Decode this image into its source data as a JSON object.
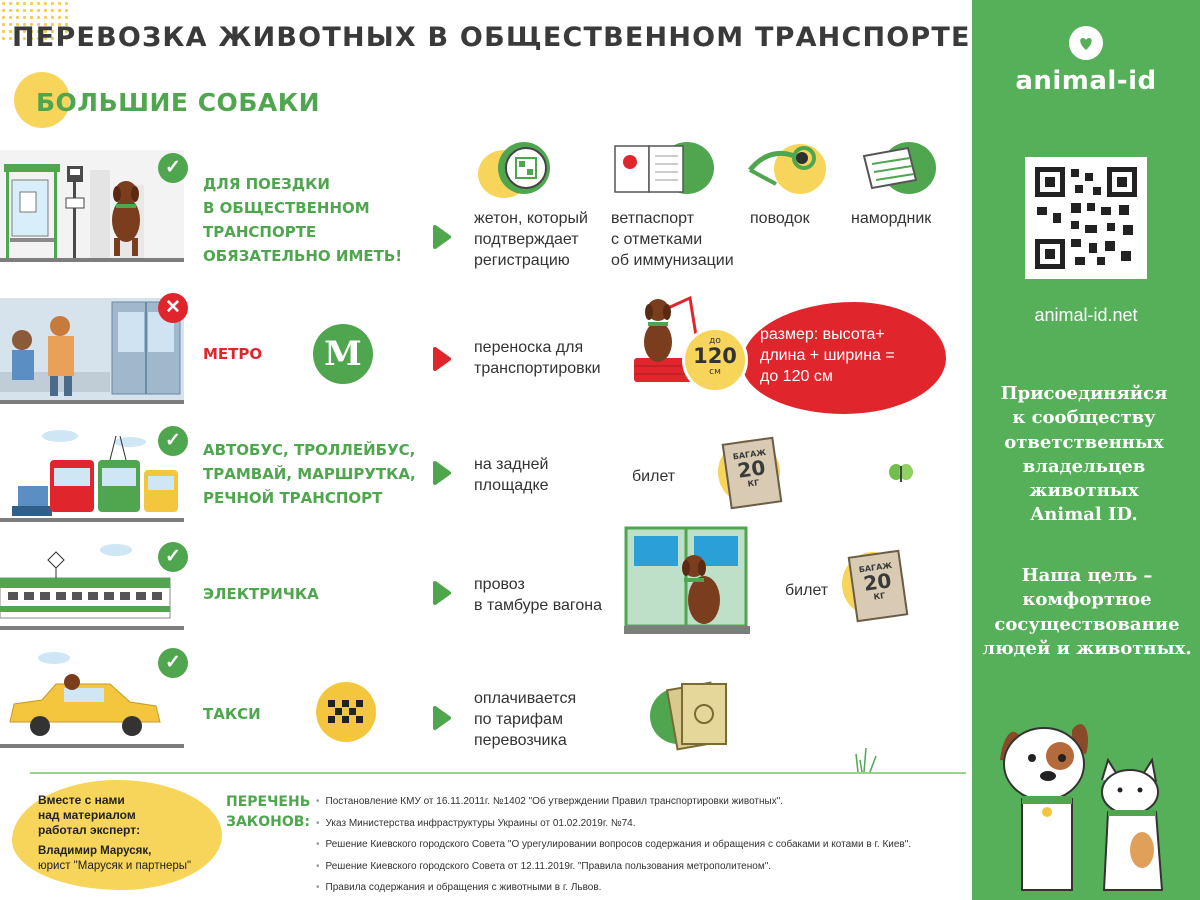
{
  "title": "ПЕРЕВОЗКА ЖИВОТНЫХ В ОБЩЕСТВЕННОМ ТРАНСПОРТЕ",
  "subtitle": "БОЛЬШИЕ СОБАКИ",
  "colors": {
    "green": "#4fa64f",
    "red": "#e0262c",
    "yellow": "#f7d55a",
    "side": "#56b05a"
  },
  "rows": [
    {
      "label": "ДЛЯ ПОЕЗДКИ В ОБЩЕСТВЕННОМ ТРАНСПОРТЕ ОБЯЗАТЕЛЬНО ИМЕТЬ!",
      "label_lines": [
        "ДЛЯ ПОЕЗДКИ",
        "В ОБЩЕСТВЕННОМ",
        "ТРАНСПОРТЕ",
        "ОБЯЗАТЕЛЬНО ИМЕТЬ!"
      ],
      "status": "allowed",
      "status_icon": "check-icon",
      "requirements": [
        {
          "icon": "qr-token-icon",
          "lines": [
            "жетон, который",
            "подтверждает",
            "регистрацию"
          ]
        },
        {
          "icon": "vet-passport-icon",
          "lines": [
            "ветпаспорт",
            "с отметками",
            "об иммунизации"
          ]
        },
        {
          "icon": "leash-icon",
          "lines": [
            "поводок"
          ]
        },
        {
          "icon": "muzzle-icon",
          "lines": [
            "намордник"
          ]
        }
      ]
    },
    {
      "label": "МЕТРО",
      "status": "forbidden",
      "status_icon": "cross-icon",
      "metro_letter": "M",
      "text_lines": [
        "переноска для",
        "транспортировки"
      ],
      "badge_top": "до",
      "badge_value": "120",
      "badge_unit": "см",
      "size_note_lines": [
        "размер: высота+",
        "длина + ширина  =",
        "до 120 см"
      ]
    },
    {
      "label_lines": [
        "АВТОБУС, ТРОЛЛЕЙБУС,",
        "ТРАМВАЙ, МАРШРУТКА,",
        "РЕЧНОЙ ТРАНСПОРТ"
      ],
      "status": "allowed",
      "status_icon": "check-icon",
      "text_lines": [
        "на задней",
        "площадке"
      ],
      "ticket": "билет",
      "tag_top": "БАГАЖ",
      "tag_value": "20",
      "tag_unit": "КГ"
    },
    {
      "label": "ЭЛЕКТРИЧКА",
      "status": "allowed",
      "status_icon": "check-icon",
      "text_lines": [
        "провоз",
        "в тамбуре вагона"
      ],
      "ticket": "билет",
      "tag_top": "БАГАЖ",
      "tag_value": "20",
      "tag_unit": "КГ"
    },
    {
      "label": "ТАКСИ",
      "status": "allowed",
      "status_icon": "check-icon",
      "text_lines": [
        "оплачивается",
        "по тарифам",
        "перевозчика"
      ]
    }
  ],
  "expert": {
    "heading_lines": [
      "Вместе с нами",
      "над материалом",
      "работал эксперт:"
    ],
    "name": "Владимир Марусяк,",
    "role": "юрист \"Марусяк и партнеры\""
  },
  "laws": {
    "title_lines": [
      "ПЕРЕЧЕНЬ",
      "ЗАКОНОВ:"
    ],
    "items": [
      "Постановление КМУ от 16.11.2011г. №1402 \"Об утверждении Правил транспортировки животных\".",
      "Указ Министерства инфраструктуры Украины от 01.02.2019г. №74.",
      "Решение Киевского городского Совета \"О урегулировании вопросов содержания и обращения с собаками и котами в г. Киев\".",
      "Решение Киевского городского Совета от 12.11.2019г. \"Правила пользования метрополитеном\".",
      "Правила содержания и обращения с животными в г. Львов."
    ]
  },
  "side": {
    "brand": "animal-id",
    "url": "animal-id.net",
    "join_lines": [
      "Присоединяйся",
      "к сообществу",
      "ответственных",
      "владельцев",
      "животных",
      "Animal ID."
    ],
    "goal_lines": [
      "Наша цель  –",
      "комфортное",
      "сосуществование",
      "людей и животных."
    ]
  }
}
